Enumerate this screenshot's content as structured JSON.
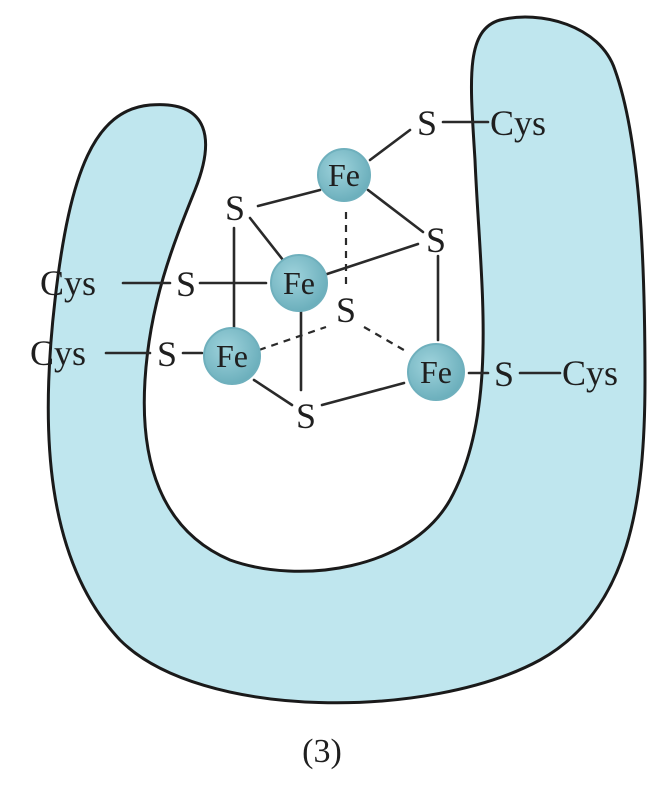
{
  "diagram": {
    "protein_color": "#bfe6ee",
    "fe_color": "#7fc1cc",
    "atoms": {
      "fe_top": "Fe",
      "fe_center": "Fe",
      "fe_left": "Fe",
      "fe_right": "Fe",
      "s_upper_left": "S",
      "s_upper_right": "S",
      "s_center": "S",
      "s_bottom": "S"
    },
    "ligands": {
      "top_right": {
        "s": "S",
        "cys": "Cys"
      },
      "left_upper": {
        "s": "S",
        "cys": "Cys"
      },
      "left_lower": {
        "s": "S",
        "cys": "Cys"
      },
      "right": {
        "s": "S",
        "cys": "Cys"
      }
    },
    "caption": "(3)"
  }
}
